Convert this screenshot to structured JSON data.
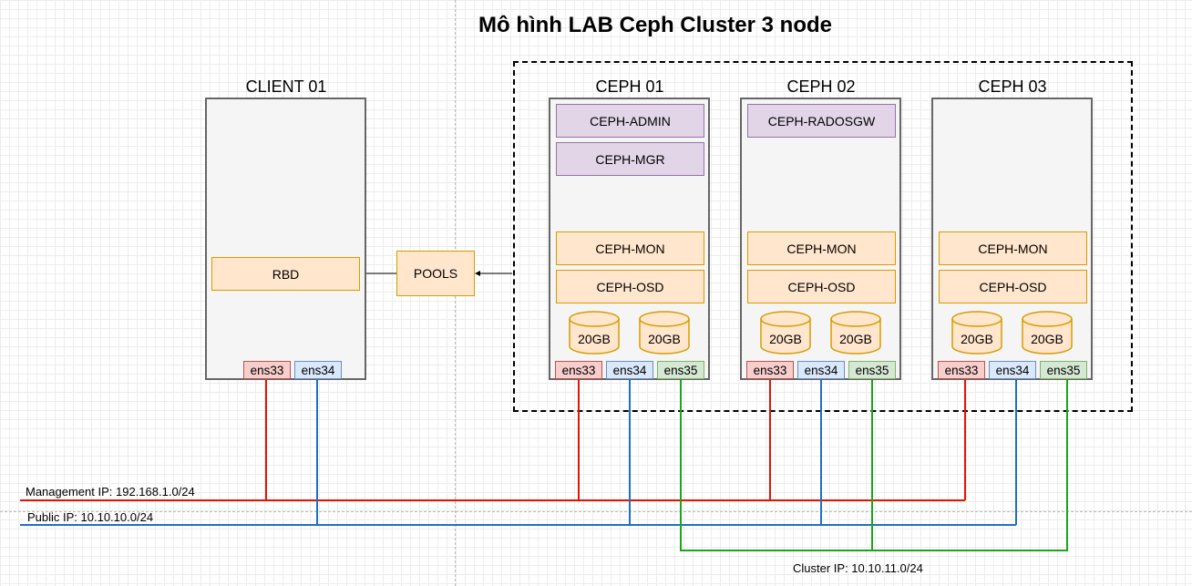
{
  "title": "Mô hình LAB Ceph Cluster 3 node",
  "client": {
    "label": "CLIENT 01",
    "service": "RBD",
    "nics": [
      "ens33",
      "ens34"
    ]
  },
  "pools": {
    "label": "POOLS"
  },
  "ceph_nodes": [
    {
      "label": "CEPH 01",
      "top_services": [
        "CEPH-ADMIN",
        "CEPH-MGR"
      ],
      "mon": "CEPH-MON",
      "osd": "CEPH-OSD",
      "disks": [
        "20GB",
        "20GB"
      ],
      "nics": [
        "ens33",
        "ens34",
        "ens35"
      ]
    },
    {
      "label": "CEPH 02",
      "top_services": [
        "CEPH-RADOSGW"
      ],
      "mon": "CEPH-MON",
      "osd": "CEPH-OSD",
      "disks": [
        "20GB",
        "20GB"
      ],
      "nics": [
        "ens33",
        "ens34",
        "ens35"
      ]
    },
    {
      "label": "CEPH 03",
      "top_services": [],
      "mon": "CEPH-MON",
      "osd": "CEPH-OSD",
      "disks": [
        "20GB",
        "20GB"
      ],
      "nics": [
        "ens33",
        "ens34",
        "ens35"
      ]
    }
  ],
  "networks": {
    "management": {
      "label": "Management IP: 192.168.1.0/24",
      "color": "#e51400"
    },
    "public": {
      "label": "Public IP: 10.10.10.0/24",
      "color": "#1f6fc4"
    },
    "cluster": {
      "label": "Cluster IP: 10.10.11.0/24",
      "color": "#1ba51b"
    }
  },
  "colors": {
    "purple_fill": "#e1d5e7",
    "purple_stroke": "#9673a6",
    "orange_fill": "#ffe6cc",
    "orange_stroke": "#d79b00",
    "node_fill": "#f5f5f5",
    "node_stroke": "#666666"
  },
  "icons": {
    "disk": "cylinder-icon"
  }
}
